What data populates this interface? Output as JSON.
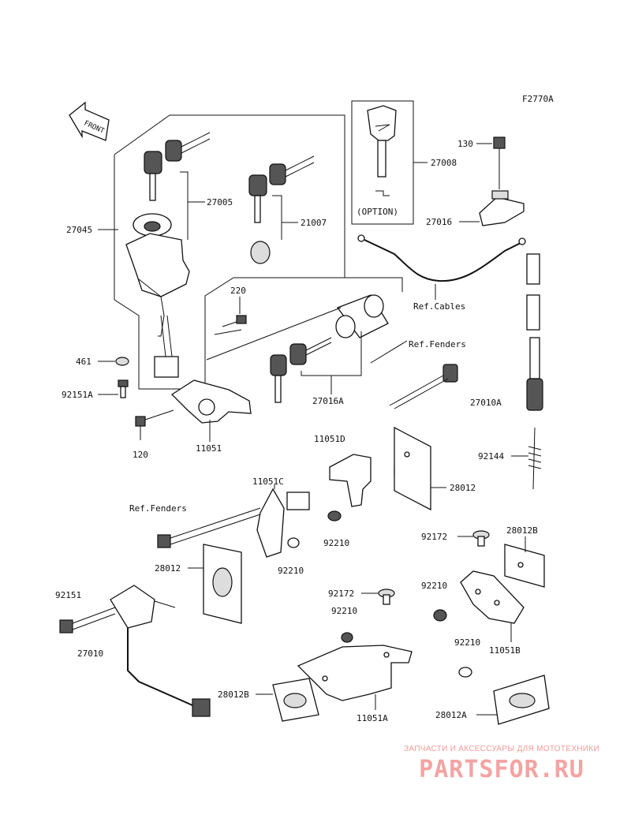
{
  "drawing_code": "F2770A",
  "front_arrow_label": "FRONT",
  "option_label": "(OPTION)",
  "refs": {
    "cables": "Ref.Cables",
    "fenders_upper": "Ref.Fenders",
    "fenders_left": "Ref.Fenders"
  },
  "parts": {
    "p27045": "27045",
    "p27005": "27005",
    "p21007": "21007",
    "p27008": "27008",
    "p130": "130",
    "p27016": "27016",
    "p220": "220",
    "p461": "461",
    "p92151A": "92151A",
    "p120": "120",
    "p11051": "11051",
    "p27016A": "27016A",
    "p11051D": "11051D",
    "p27010A": "27010A",
    "p92144": "92144",
    "p11051C": "11051C",
    "p28012_right": "28012",
    "p92210_a": "92210",
    "p92210_b": "92210",
    "p28012_left": "28012",
    "p92172_right": "92172",
    "p28012B_right": "28012B",
    "p92151": "92151",
    "p27010": "27010",
    "p92172_mid": "92172",
    "p92210_c": "92210",
    "p92210_d": "92210",
    "p92210_e": "92210",
    "p11051B": "11051B",
    "p28012B_left": "28012B",
    "p11051A": "11051A",
    "p28012A": "28012A"
  },
  "watermark": {
    "tagline": "ЗАПЧАСТИ И АКСЕССУАРЫ ДЛЯ МОТОТЕХНИКИ",
    "logo": "PARTSFOR.RU"
  }
}
